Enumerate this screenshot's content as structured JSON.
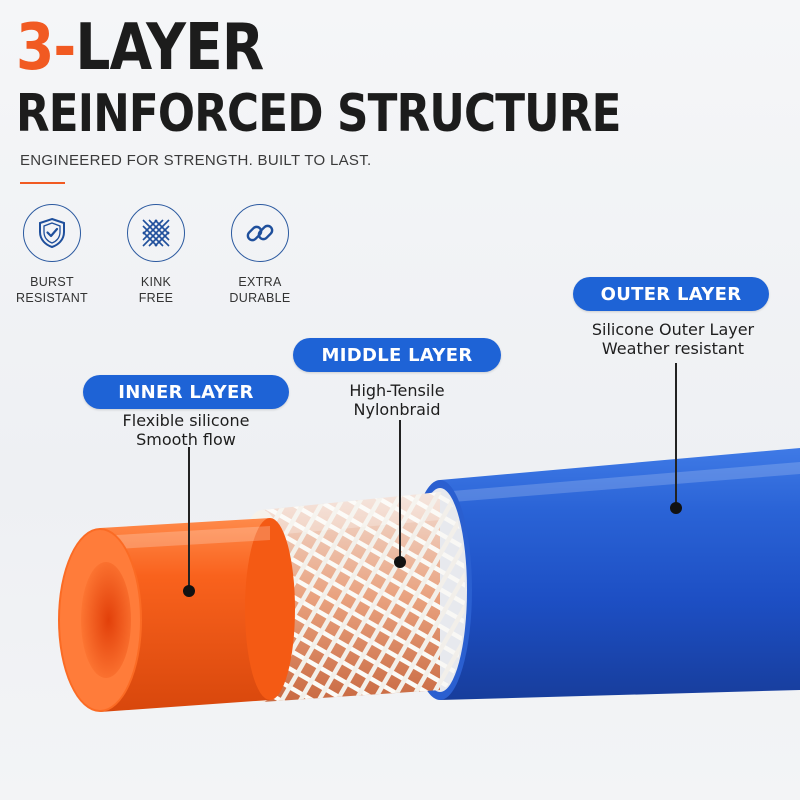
{
  "headline": {
    "accent": "3-",
    "rest": "LAYER",
    "line2": "REINFORCED STRUCTURE"
  },
  "tagline": "ENGINEERED FOR STRENGTH. BUILT TO LAST.",
  "features": [
    {
      "icon": "shield-check-icon",
      "line1": "BURST",
      "line2": "RESISTANT"
    },
    {
      "icon": "mesh-icon",
      "line1": "KINK",
      "line2": "FREE"
    },
    {
      "icon": "chain-link-icon",
      "line1": "EXTRA",
      "line2": "DURABLE"
    }
  ],
  "layers": {
    "inner": {
      "title": "INNER LAYER",
      "line1": "Flexible silicone",
      "line2": "Smooth flow"
    },
    "middle": {
      "title": "MIDDLE LAYER",
      "line1": "High-Tensile",
      "line2": "Nylonbraid"
    },
    "outer": {
      "title": "OUTER LAYER",
      "line1": "Silicone Outer Layer",
      "line2": "Weather resistant"
    }
  },
  "colors": {
    "accent": "#f15a22",
    "pill": "#1e63d6",
    "outer_hose": "#1d4fc4",
    "inner_hose": "#f45a14",
    "braid": "#f5f3ef"
  }
}
